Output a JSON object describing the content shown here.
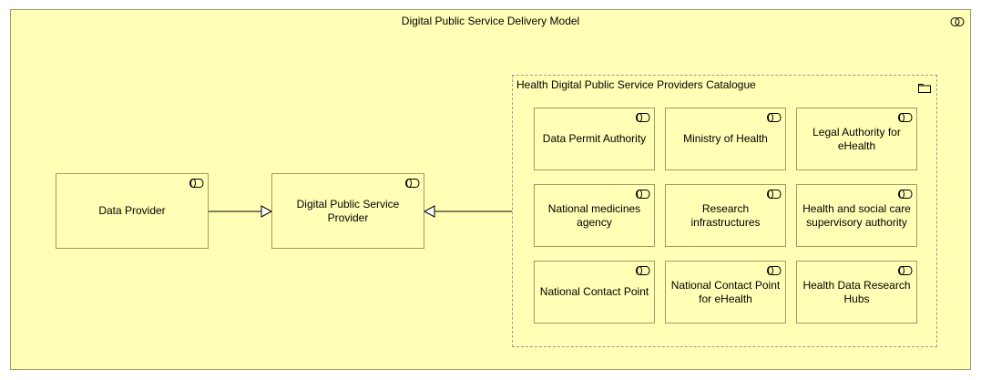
{
  "diagram": {
    "title": "Digital Public Service Delivery Model",
    "catalogue_title": "Health Digital Public Service Providers Catalogue",
    "data_provider": "Data Provider",
    "service_provider": "Digital Public Service Provider",
    "providers": [
      "Data Permit Authority",
      "Ministry of Health",
      "Legal Authority for eHealth",
      "National medicines agency",
      "Research infrastructures",
      "Health and social care supervisory authority",
      "National Contact Point",
      "National Contact Point for eHealth",
      "Health Data Research Hubs"
    ],
    "icons": {
      "group": "collaboration-icon",
      "catalogue": "folder-icon",
      "role": "role-icon"
    },
    "colors": {
      "fill": "#ffffb5",
      "border": "#9c9c6e",
      "catalogue_border": "#9a9a9a",
      "line": "#000000"
    }
  }
}
